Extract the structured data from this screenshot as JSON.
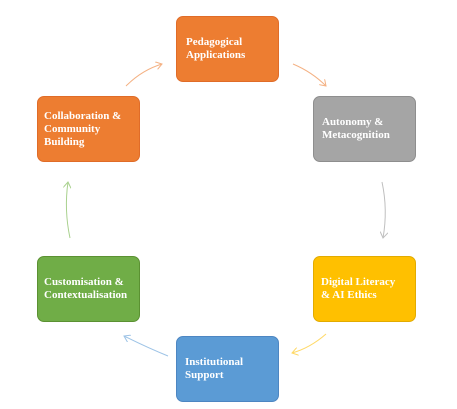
{
  "nodes": [
    {
      "id": "pedagogical",
      "label": "Pedagogical\nApplications",
      "color": "#ED7D31"
    },
    {
      "id": "autonomy",
      "label": "Autonomy &\nMetacognition",
      "color": "#A5A5A5"
    },
    {
      "id": "digital",
      "label": "Digital Literacy\n& AI Ethics",
      "color": "#FFC000"
    },
    {
      "id": "institutional",
      "label": "Institutional\nSupport",
      "color": "#5B9BD5"
    },
    {
      "id": "customisation",
      "label": "Customisation &\nContextualisation",
      "color": "#70AD47"
    },
    {
      "id": "collaboration",
      "label": "Collaboration &\nCommunity\nBuilding",
      "color": "#ED7D31"
    }
  ],
  "arrows": [
    {
      "from": "pedagogical",
      "to": "autonomy",
      "color": "#F4B183"
    },
    {
      "from": "autonomy",
      "to": "digital",
      "color": "#BFBFBF"
    },
    {
      "from": "digital",
      "to": "institutional",
      "color": "#FFD966"
    },
    {
      "from": "institutional",
      "to": "customisation",
      "color": "#9DC3E6"
    },
    {
      "from": "customisation",
      "to": "collaboration",
      "color": "#A9D18E"
    },
    {
      "from": "collaboration",
      "to": "pedagogical",
      "color": "#F4B183"
    }
  ]
}
